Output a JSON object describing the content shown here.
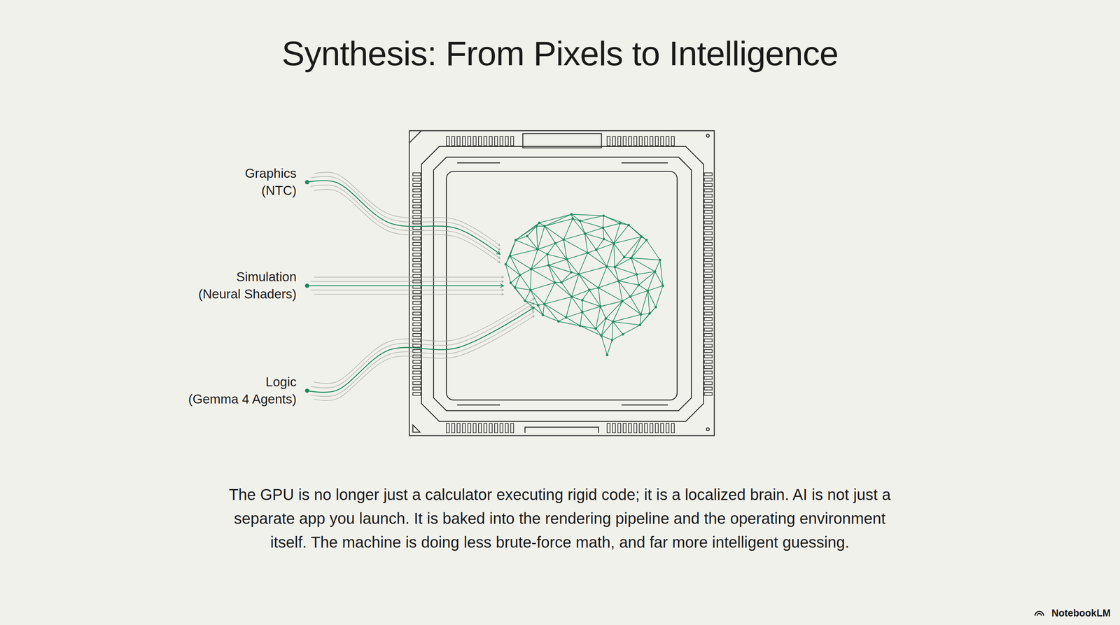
{
  "diagram": {
    "title": "Synthesis: From Pixels to Intelligence",
    "caption": "The GPU is no longer just a calculator executing rigid code; it is a localized brain. AI is not just a separate app you launch. It is baked into the rendering pipeline and the operating environment itself. The machine is doing less brute-force math, and far more intelligent guessing.",
    "labels": [
      "Graphics (NTC)",
      "Simulation (Neural Shaders)",
      "Logic (Gemma 4 Agents)",
      "NotebookLM"
    ]
  }
}
